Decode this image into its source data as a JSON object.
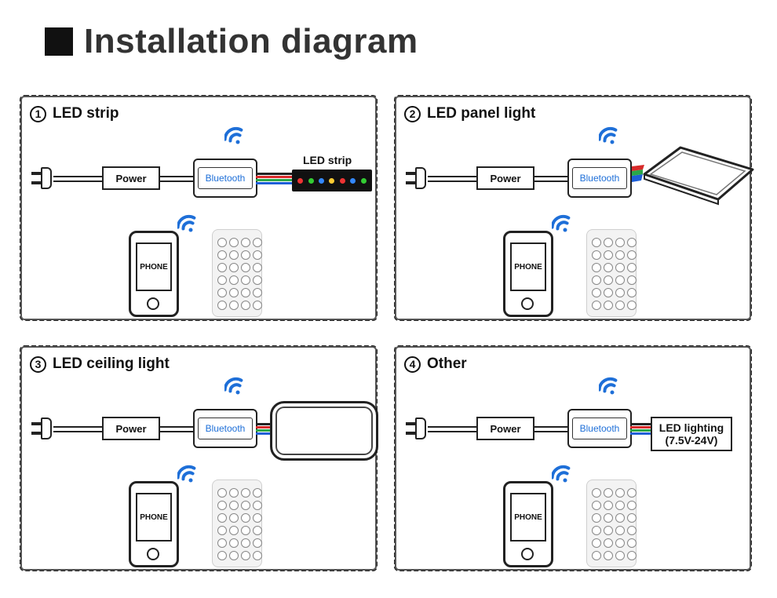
{
  "header": {
    "title": "Installation diagram"
  },
  "panels": [
    {
      "number": "1",
      "title": "LED strip",
      "power_label": "Power",
      "controller_label": "Bluetooth",
      "phone_label": "PHONE",
      "output_label": "LED strip"
    },
    {
      "number": "2",
      "title": "LED panel light",
      "power_label": "Power",
      "controller_label": "Bluetooth",
      "phone_label": "PHONE"
    },
    {
      "number": "3",
      "title": "LED ceiling light",
      "power_label": "Power",
      "controller_label": "Bluetooth",
      "phone_label": "PHONE"
    },
    {
      "number": "4",
      "title": "Other",
      "power_label": "Power",
      "controller_label": "Bluetooth",
      "phone_label": "PHONE",
      "output_label_line1": "LED lighting",
      "output_label_line2": "(7.5V-24V)"
    }
  ],
  "colors": {
    "wifi": "#1e6fd8",
    "controller_text": "#1e6fd8",
    "wire_colors": [
      "#d82a2a",
      "#2aa84a",
      "#1e5fd8",
      "#222222"
    ]
  }
}
